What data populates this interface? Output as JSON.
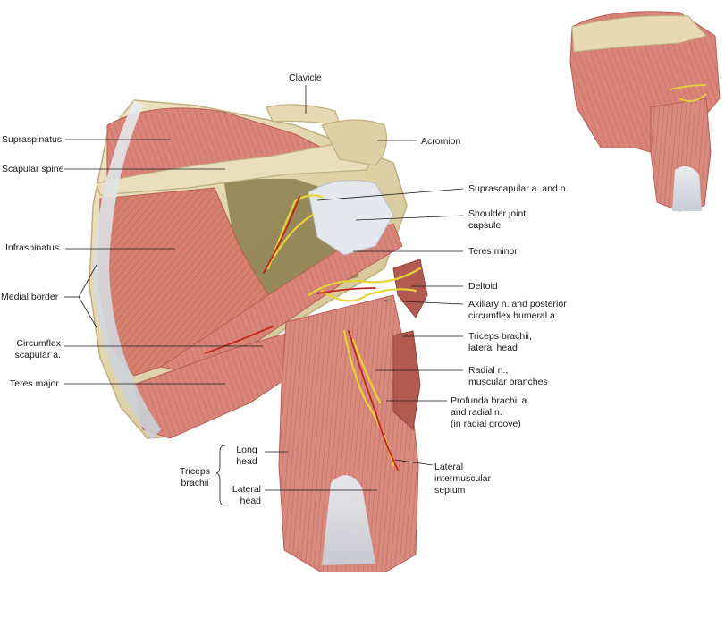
{
  "labels": {
    "clavicle": "Clavicle",
    "supraspinatus": "Supraspinatus",
    "scapular_spine": "Scapular spine",
    "acromion": "Acromion",
    "suprascapular": "Suprascapular a. and n.",
    "shoulder_capsule_1": "Shoulder joint",
    "shoulder_capsule_2": "capsule",
    "infraspinatus": "Infraspinatus",
    "teres_minor": "Teres minor",
    "medial_border": "Medial border",
    "deltoid": "Deltoid",
    "axillary_1": "Axillary n. and posterior",
    "axillary_2": "circumflex humeral a.",
    "circumflex_1": "Circumflex",
    "circumflex_2": "scapular a.",
    "triceps_lat_1": "Triceps brachii,",
    "triceps_lat_2": "lateral head",
    "radial_1": "Radial n.,",
    "radial_2": "muscular branches",
    "teres_major": "Teres major",
    "profunda_1": "Profunda brachii a.",
    "profunda_2": "and radial n.",
    "profunda_3": "(in radial groove)",
    "long_head_1": "Long",
    "long_head_2": "head",
    "triceps_1": "Triceps",
    "triceps_2": "brachii",
    "lateral_head_1": "Lateral",
    "lateral_head_2": "head",
    "lim_1": "Lateral",
    "lim_2": "intermuscular",
    "lim_3": "septum"
  },
  "colors": {
    "muscle": "#d9857a",
    "muscle_dark": "#b85e55",
    "muscle_light": "#eab0a3",
    "bone": "#e6d9b3",
    "bone_dark": "#bfae7e",
    "tendon": "#e8ebef",
    "nerve": "#e8d23a",
    "artery": "#c0281e",
    "leader": "#1a1a1a",
    "background": "#ffffff"
  }
}
